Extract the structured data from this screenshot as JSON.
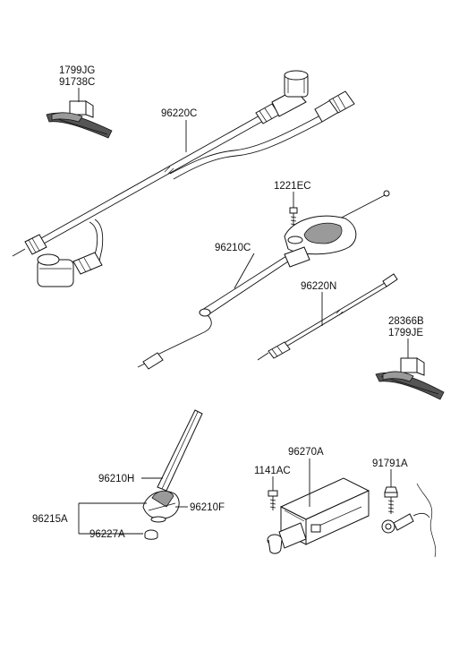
{
  "labels": {
    "p1799jg": "1799JG",
    "p91738c": "91738C",
    "p96220c": "96220C",
    "p1221ec": "1221EC",
    "p96210c": "96210C",
    "p96220n": "96220N",
    "p28366b": "28366B",
    "p1799je": "1799JE",
    "p96210h": "96210H",
    "p96210f": "96210F",
    "p96215a": "96215A",
    "p96227a": "96227A",
    "p96270a": "96270A",
    "p1141ac": "1141AC",
    "p91791a": "91791A"
  }
}
